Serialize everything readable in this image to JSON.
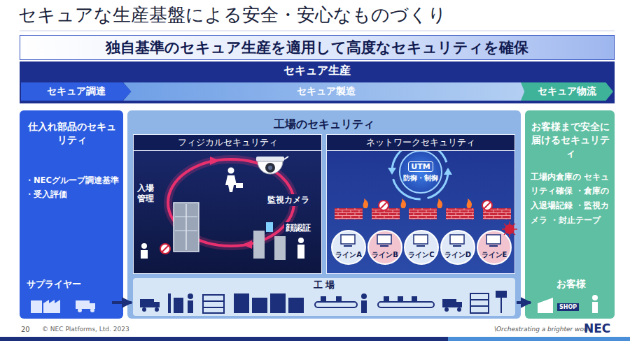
{
  "diagram": {
    "title": "セキュアな生産基盤による安全・安心なものづくり",
    "nodes": [
      {
        "text": [
          "独自基準のセキュア生産を適用して高度なセキュリティを確保"
        ]
      },
      {
        "text": [
          "セキュア生産"
        ]
      },
      {
        "text": [
          "セキュア調達"
        ],
        "in": 1
      },
      {
        "text": [
          "セキュア製造"
        ],
        "in": 1
      },
      {
        "text": [
          "セキュア物流"
        ],
        "in": 1
      },
      {
        "text": [
          "仕入れ部品のセキュリティ",
          "・NECグループ調達基準 ・受入評価"
        ]
      },
      {
        "text": [
          "サプライヤー"
        ],
        "in": 5
      },
      {
        "text": [
          "工場のセキュリティ"
        ]
      },
      {
        "text": [
          "フィジカルセキュリティ"
        ],
        "in": 7
      },
      {
        "text": [
          "ネットワークセキュリティ"
        ],
        "in": 7
      },
      {
        "text": [
          "UTM",
          "防御・制御"
        ],
        "in": 9
      },
      {
        "text": [
          "ラインA"
        ],
        "in": 9
      },
      {
        "text": [
          "ラインB"
        ],
        "in": 9
      },
      {
        "text": [
          "ラインC"
        ],
        "in": 9
      },
      {
        "text": [
          "ラインD"
        ],
        "in": 9
      },
      {
        "text": [
          "ラインE"
        ],
        "in": 9
      },
      {
        "text": [
          "工 場"
        ],
        "in": 7
      },
      {
        "text": [
          "お客様まで安全に届けるセキュリティ",
          "工場内倉庫の セキュリティ確保 ・倉庫の入退場記録 ・監視カメラ ・封止テープ"
        ]
      },
      {
        "text": [
          "お客様"
        ],
        "in": 17
      }
    ],
    "edges": [
      {
        "from": 6,
        "to": 16,
        "arrow": "to"
      },
      {
        "from": 16,
        "to": 18,
        "arrow": "to"
      }
    ],
    "labels": [
      "入場管理",
      "監視カメラ",
      "顔認証",
      "SHOP",
      "20",
      "© NEC Platforms, Ltd. 2023",
      "\\Orchestrating a brighter world",
      "NEC"
    ]
  }
}
